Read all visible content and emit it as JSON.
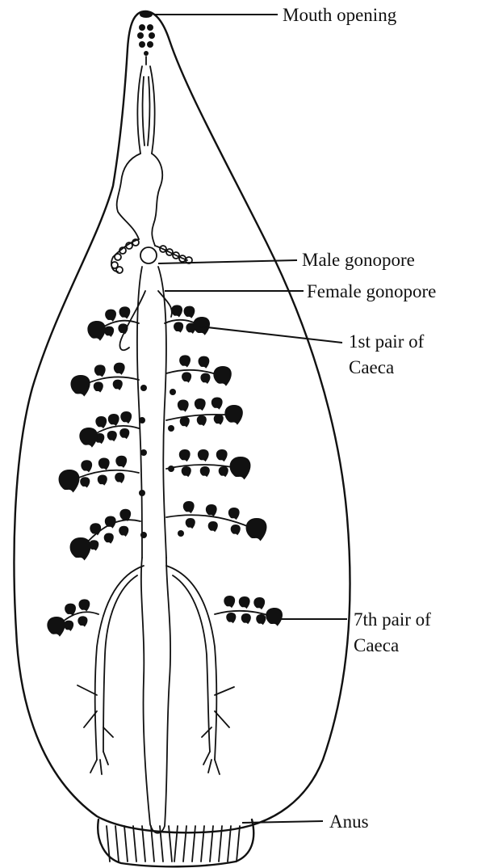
{
  "labels": {
    "mouth_opening": "Mouth opening",
    "male_gonopore": "Male gonopore",
    "female_gonopore": "Female gonopore",
    "first_caeca_line1": "1st pair of",
    "first_caeca_line2": "Caeca",
    "seventh_caeca_line1": "7th pair of",
    "seventh_caeca_line2": "Caeca",
    "anus": "Anus"
  },
  "colors": {
    "ink": "#111111",
    "background": "#ffffff"
  }
}
